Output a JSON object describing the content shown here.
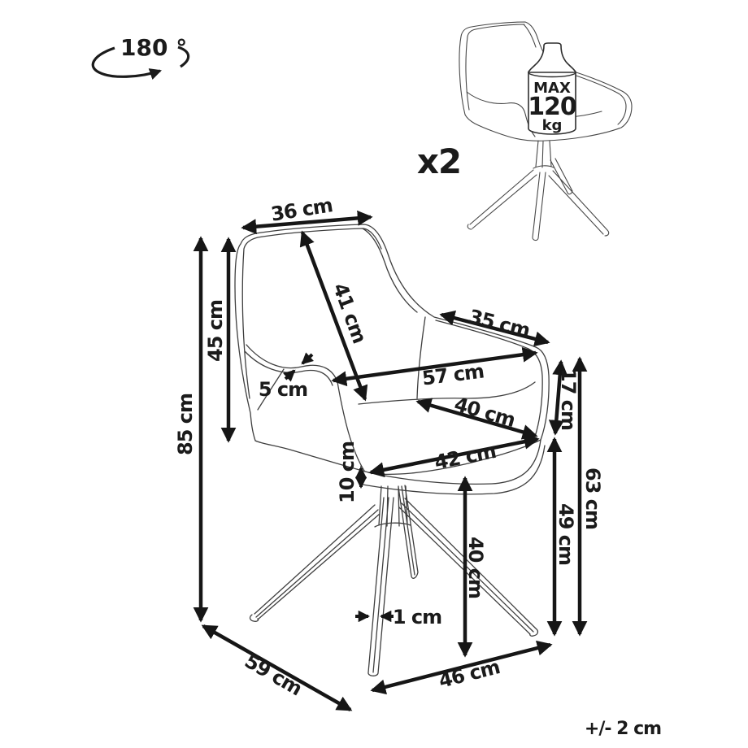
{
  "rotation_label": "180 °",
  "quantity_label": "x2",
  "weight_badge": {
    "line1": "MAX",
    "line2": "120",
    "line3": "kg"
  },
  "tolerance_label": "+/- 2 cm",
  "dims": {
    "top_width": "36 cm",
    "backrest_diagonal": "41 cm",
    "backrest_height": "45 cm",
    "total_height": "85 cm",
    "armrest_thickness": "5 cm",
    "armrest_length": "35 cm",
    "total_width": "57 cm",
    "seat_depth": "40 cm",
    "armrest_drop": "17 cm",
    "seat_width": "42 cm",
    "seat_rim_height": "10 cm",
    "armrest_floor_height": "63 cm",
    "seat_rear_height": "49 cm",
    "seat_floor_height": "40 cm",
    "leg_thickness": "1 cm",
    "base_width": "46 cm",
    "base_depth": "59 cm"
  }
}
